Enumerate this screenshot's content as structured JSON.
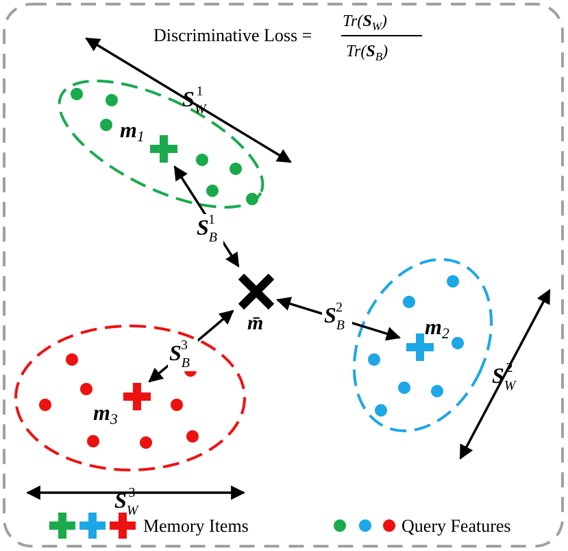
{
  "title": {
    "label": "Discriminative Loss =",
    "numerator": "Tr(S_W)",
    "denominator": "Tr(S_B)"
  },
  "clusters": [
    {
      "id": "m1",
      "center_label": "m",
      "center_sub": "1",
      "color": "#1aaa4c"
    },
    {
      "id": "m2",
      "center_label": "m",
      "center_sub": "2",
      "color": "#1ca7e6"
    },
    {
      "id": "m3",
      "center_label": "m",
      "center_sub": "3",
      "color": "#ee1111"
    }
  ],
  "global_mean": {
    "label": "m̄"
  },
  "within_labels": [
    {
      "base": "S",
      "sub": "W",
      "sup": "1"
    },
    {
      "base": "S",
      "sub": "W",
      "sup": "2"
    },
    {
      "base": "S",
      "sub": "W",
      "sup": "3"
    }
  ],
  "between_labels": [
    {
      "base": "S",
      "sub": "B",
      "sup": "1"
    },
    {
      "base": "S",
      "sub": "B",
      "sup": "2"
    },
    {
      "base": "S",
      "sub": "B",
      "sup": "3"
    }
  ],
  "legend": {
    "memory_items": "Memory Items",
    "query_features": "Query Features"
  },
  "colors": {
    "green": "#1aaa4c",
    "blue": "#1ca7e6",
    "red": "#ee1111",
    "border": "#a0a0a0",
    "ink": "#000000"
  }
}
